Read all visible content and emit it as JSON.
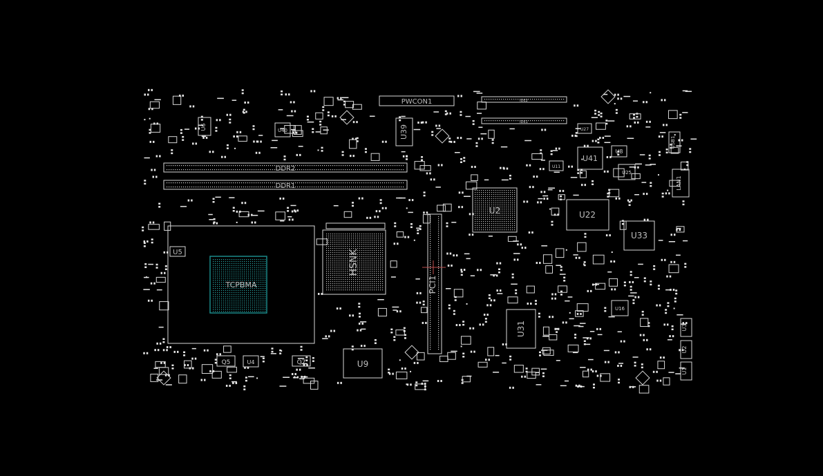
{
  "colors": {
    "background": "#000000",
    "outline": "#d8d8d8",
    "pad": "#e6e6e6",
    "cpu_socket_highlight": "#1a8a8a",
    "marker": "#c05050"
  },
  "labels": {
    "pwcon1": "PWCON1",
    "ddr2": "DDR2",
    "ddr1": "DDR1",
    "u39": "U39",
    "u41": "U41",
    "u22": "U22",
    "u33": "U33",
    "u2": "U2",
    "u5": "U5",
    "u6": "U6",
    "u40": "U40",
    "u8": "U8",
    "u25": "U25",
    "u27": "U27",
    "u11": "U11",
    "u16": "U16",
    "u31": "U31",
    "u9": "U9",
    "u4": "U4",
    "u3": "U3",
    "u1": "U1",
    "u_right2": "U2",
    "q5": "Q5",
    "q7": "Q7",
    "tcpbma": "TCPBMA",
    "hsnk": "HSNK",
    "pci1": "PCI1",
    "lan1": "LAN1",
    "usb1": "USB1",
    "ide1": "IDE1",
    "ide2": "IDE2"
  }
}
